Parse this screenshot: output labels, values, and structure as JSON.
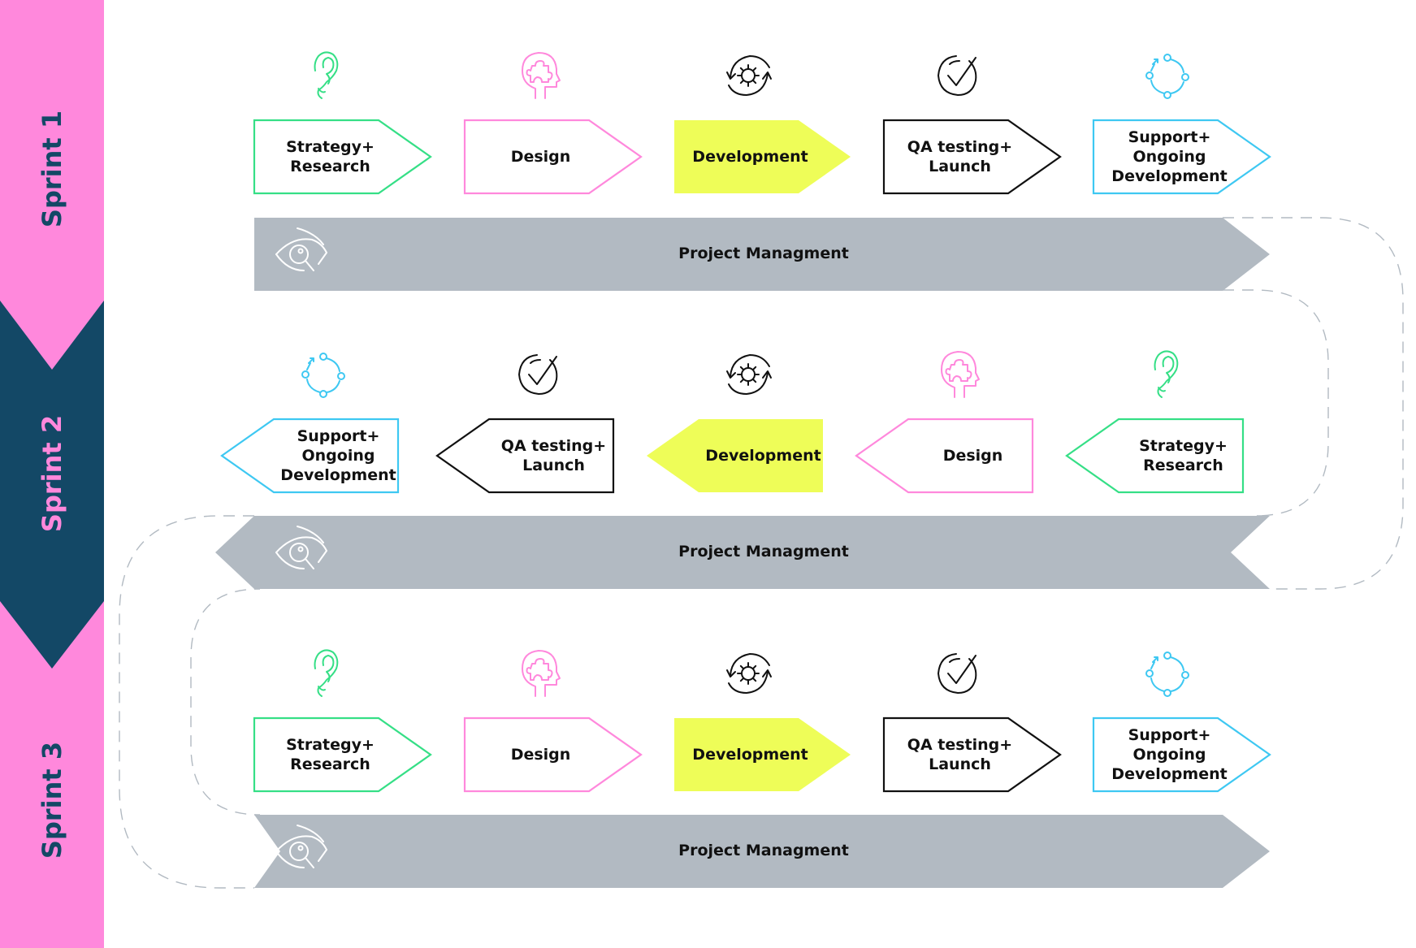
{
  "colors": {
    "pink": "#FF88DC",
    "navy": "#134866",
    "green": "#35DF86",
    "blue": "#3EC8F2",
    "black": "#111111",
    "yellow": "#EEFD58",
    "gray": "#B2BAC2",
    "dash": "#B2BAC2"
  },
  "sprints": [
    {
      "label": "Sprint 1",
      "bg": "pink",
      "text_color": "navy"
    },
    {
      "label": "Sprint 2",
      "bg": "navy",
      "text_color": "pink"
    },
    {
      "label": "Sprint 3",
      "bg": "pink",
      "text_color": "navy"
    }
  ],
  "rows": [
    {
      "direction": "right",
      "steps": [
        {
          "label": "Strategy+\nResearch",
          "color": "green",
          "filled": false,
          "icon": "ear-icon"
        },
        {
          "label": "Design",
          "color": "pink",
          "filled": false,
          "icon": "head-puzzle-icon"
        },
        {
          "label": "Development",
          "color": "yellow",
          "filled": true,
          "icon": "gear-cycle-icon"
        },
        {
          "label": "QA testing+\nLaunch",
          "color": "black",
          "filled": false,
          "icon": "check-circle-icon"
        },
        {
          "label": "Support+\nOngoing\nDevelopment",
          "color": "blue",
          "filled": false,
          "icon": "cycle-nodes-icon"
        }
      ],
      "pm_label": "Project Managment",
      "pm_icon": "eye-search-icon"
    },
    {
      "direction": "left",
      "steps": [
        {
          "label": "Strategy+\nResearch",
          "color": "green",
          "filled": false,
          "icon": "ear-icon"
        },
        {
          "label": "Design",
          "color": "pink",
          "filled": false,
          "icon": "head-puzzle-icon"
        },
        {
          "label": "Development",
          "color": "yellow",
          "filled": true,
          "icon": "gear-cycle-icon"
        },
        {
          "label": "QA testing+\nLaunch",
          "color": "black",
          "filled": false,
          "icon": "check-circle-icon"
        },
        {
          "label": "Support+\nOngoing\nDevelopment",
          "color": "blue",
          "filled": false,
          "icon": "cycle-nodes-icon"
        }
      ],
      "pm_label": "Project Managment",
      "pm_icon": "eye-search-icon"
    },
    {
      "direction": "right",
      "steps": [
        {
          "label": "Strategy+\nResearch",
          "color": "green",
          "filled": false,
          "icon": "ear-icon"
        },
        {
          "label": "Design",
          "color": "pink",
          "filled": false,
          "icon": "head-puzzle-icon"
        },
        {
          "label": "Development",
          "color": "yellow",
          "filled": true,
          "icon": "gear-cycle-icon"
        },
        {
          "label": "QA testing+\nLaunch",
          "color": "black",
          "filled": false,
          "icon": "check-circle-icon"
        },
        {
          "label": "Support+\nOngoing\nDevelopment",
          "color": "blue",
          "filled": false,
          "icon": "cycle-nodes-icon"
        }
      ],
      "pm_label": "Project Managment",
      "pm_icon": "eye-search-icon"
    }
  ]
}
